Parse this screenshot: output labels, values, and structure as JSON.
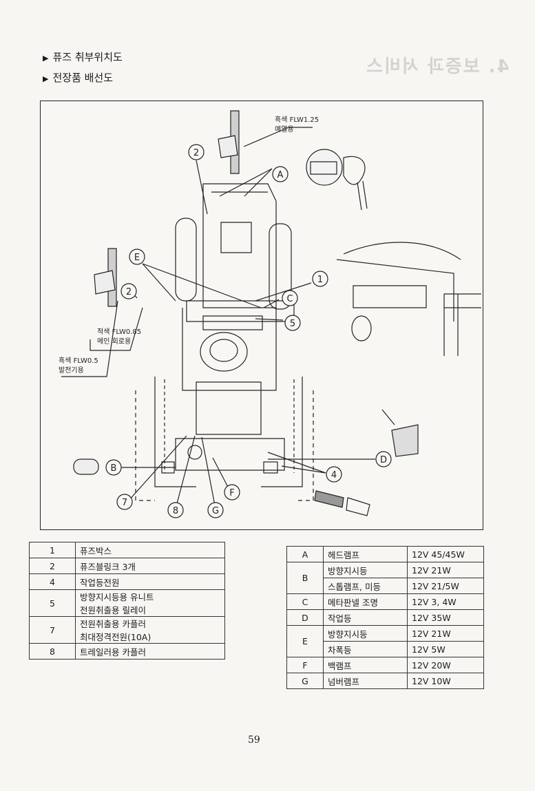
{
  "page": {
    "heading1": "퓨즈 취부위치도",
    "heading2": "전장품 배선도",
    "ghost_title": "4. 보증과 서비스",
    "page_number": "59"
  },
  "figure": {
    "callouts": {
      "wire1_l1": "흑색 FLW1.25",
      "wire1_l2": "예열용",
      "wire2_l1": "적색 FLW0.85",
      "wire2_l2": "메인 회로용",
      "wire3_l1": "흑색 FLW0.5",
      "wire3_l2": "발전기용"
    },
    "labels": {
      "n1": "1",
      "n2a": "2",
      "n2b": "2",
      "n4": "4",
      "n5": "5",
      "n7": "7",
      "n8": "8",
      "A": "A",
      "B": "B",
      "C": "C",
      "D": "D",
      "E": "E",
      "F": "F",
      "G": "G"
    }
  },
  "parts_table": [
    {
      "no": "1",
      "lines": [
        "퓨즈박스"
      ]
    },
    {
      "no": "2",
      "lines": [
        "퓨즈블링크 3개"
      ]
    },
    {
      "no": "4",
      "lines": [
        "작업등전원"
      ]
    },
    {
      "no": "5",
      "lines": [
        "방향지시등용 유니트",
        "전원취출용 릴레이"
      ]
    },
    {
      "no": "7",
      "lines": [
        "전원취출용 카플러",
        "최대정격전원(10A)"
      ]
    },
    {
      "no": "8",
      "lines": [
        "트레일러용 카플러"
      ]
    }
  ],
  "lamp_table": {
    "A": {
      "code": "A",
      "name": "헤드램프",
      "spec": "12V 45/45W"
    },
    "B": {
      "code": "B",
      "rows": [
        {
          "name": "방향지시등",
          "spec": "12V 21W"
        },
        {
          "name": "스톱램프, 미등",
          "spec": "12V 21/5W"
        }
      ]
    },
    "C": {
      "code": "C",
      "name": "메타판넬 조명",
      "spec": "12V 3, 4W"
    },
    "D": {
      "code": "D",
      "name": "작업등",
      "spec": "12V 35W"
    },
    "E": {
      "code": "E",
      "rows": [
        {
          "name": "방향지시등",
          "spec": "12V 21W"
        },
        {
          "name": "차폭등",
          "spec": "12V 5W"
        }
      ]
    },
    "F": {
      "code": "F",
      "name": "백램프",
      "spec": "12V 20W"
    },
    "G": {
      "code": "G",
      "name": "넘버램프",
      "spec": "12V 10W"
    }
  }
}
